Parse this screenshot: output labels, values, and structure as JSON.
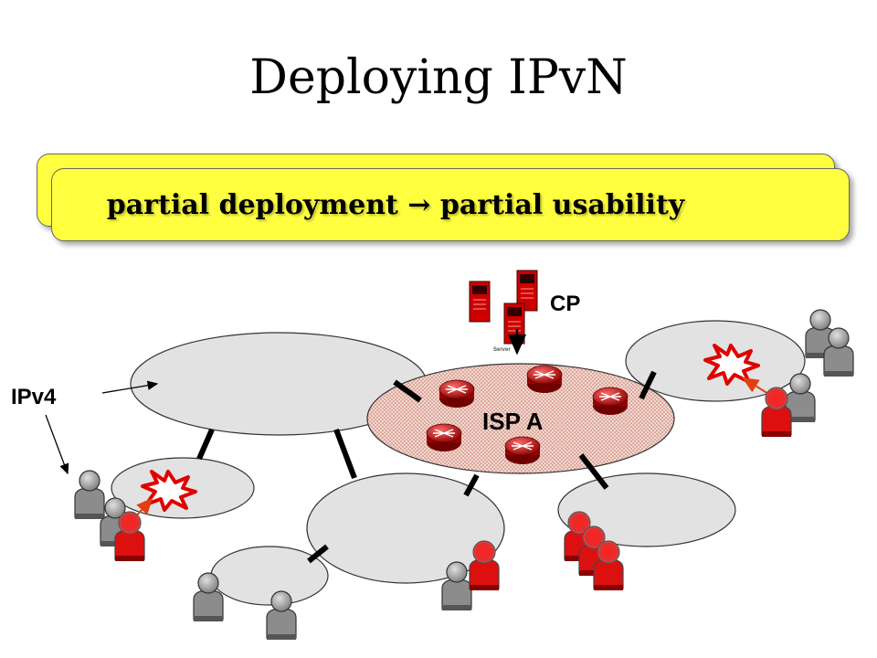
{
  "title": "Deploying IPvN",
  "banner": {
    "text": "partial deployment → partial usability"
  },
  "labels": {
    "cp": "CP",
    "isp": "ISP A",
    "ipv4": "IPv4",
    "server_caption": "Server"
  },
  "colors": {
    "banner": "#ffff40",
    "cloud": "#e2e2e2",
    "isp_fill": "#efc9c0",
    "router": "#cc0000",
    "legacy_user": "#9a9a9a",
    "upgraded_user": "#e00000"
  },
  "icons": [
    "server-icon",
    "router-icon",
    "user-icon",
    "explosion-icon",
    "arrow-icon"
  ]
}
